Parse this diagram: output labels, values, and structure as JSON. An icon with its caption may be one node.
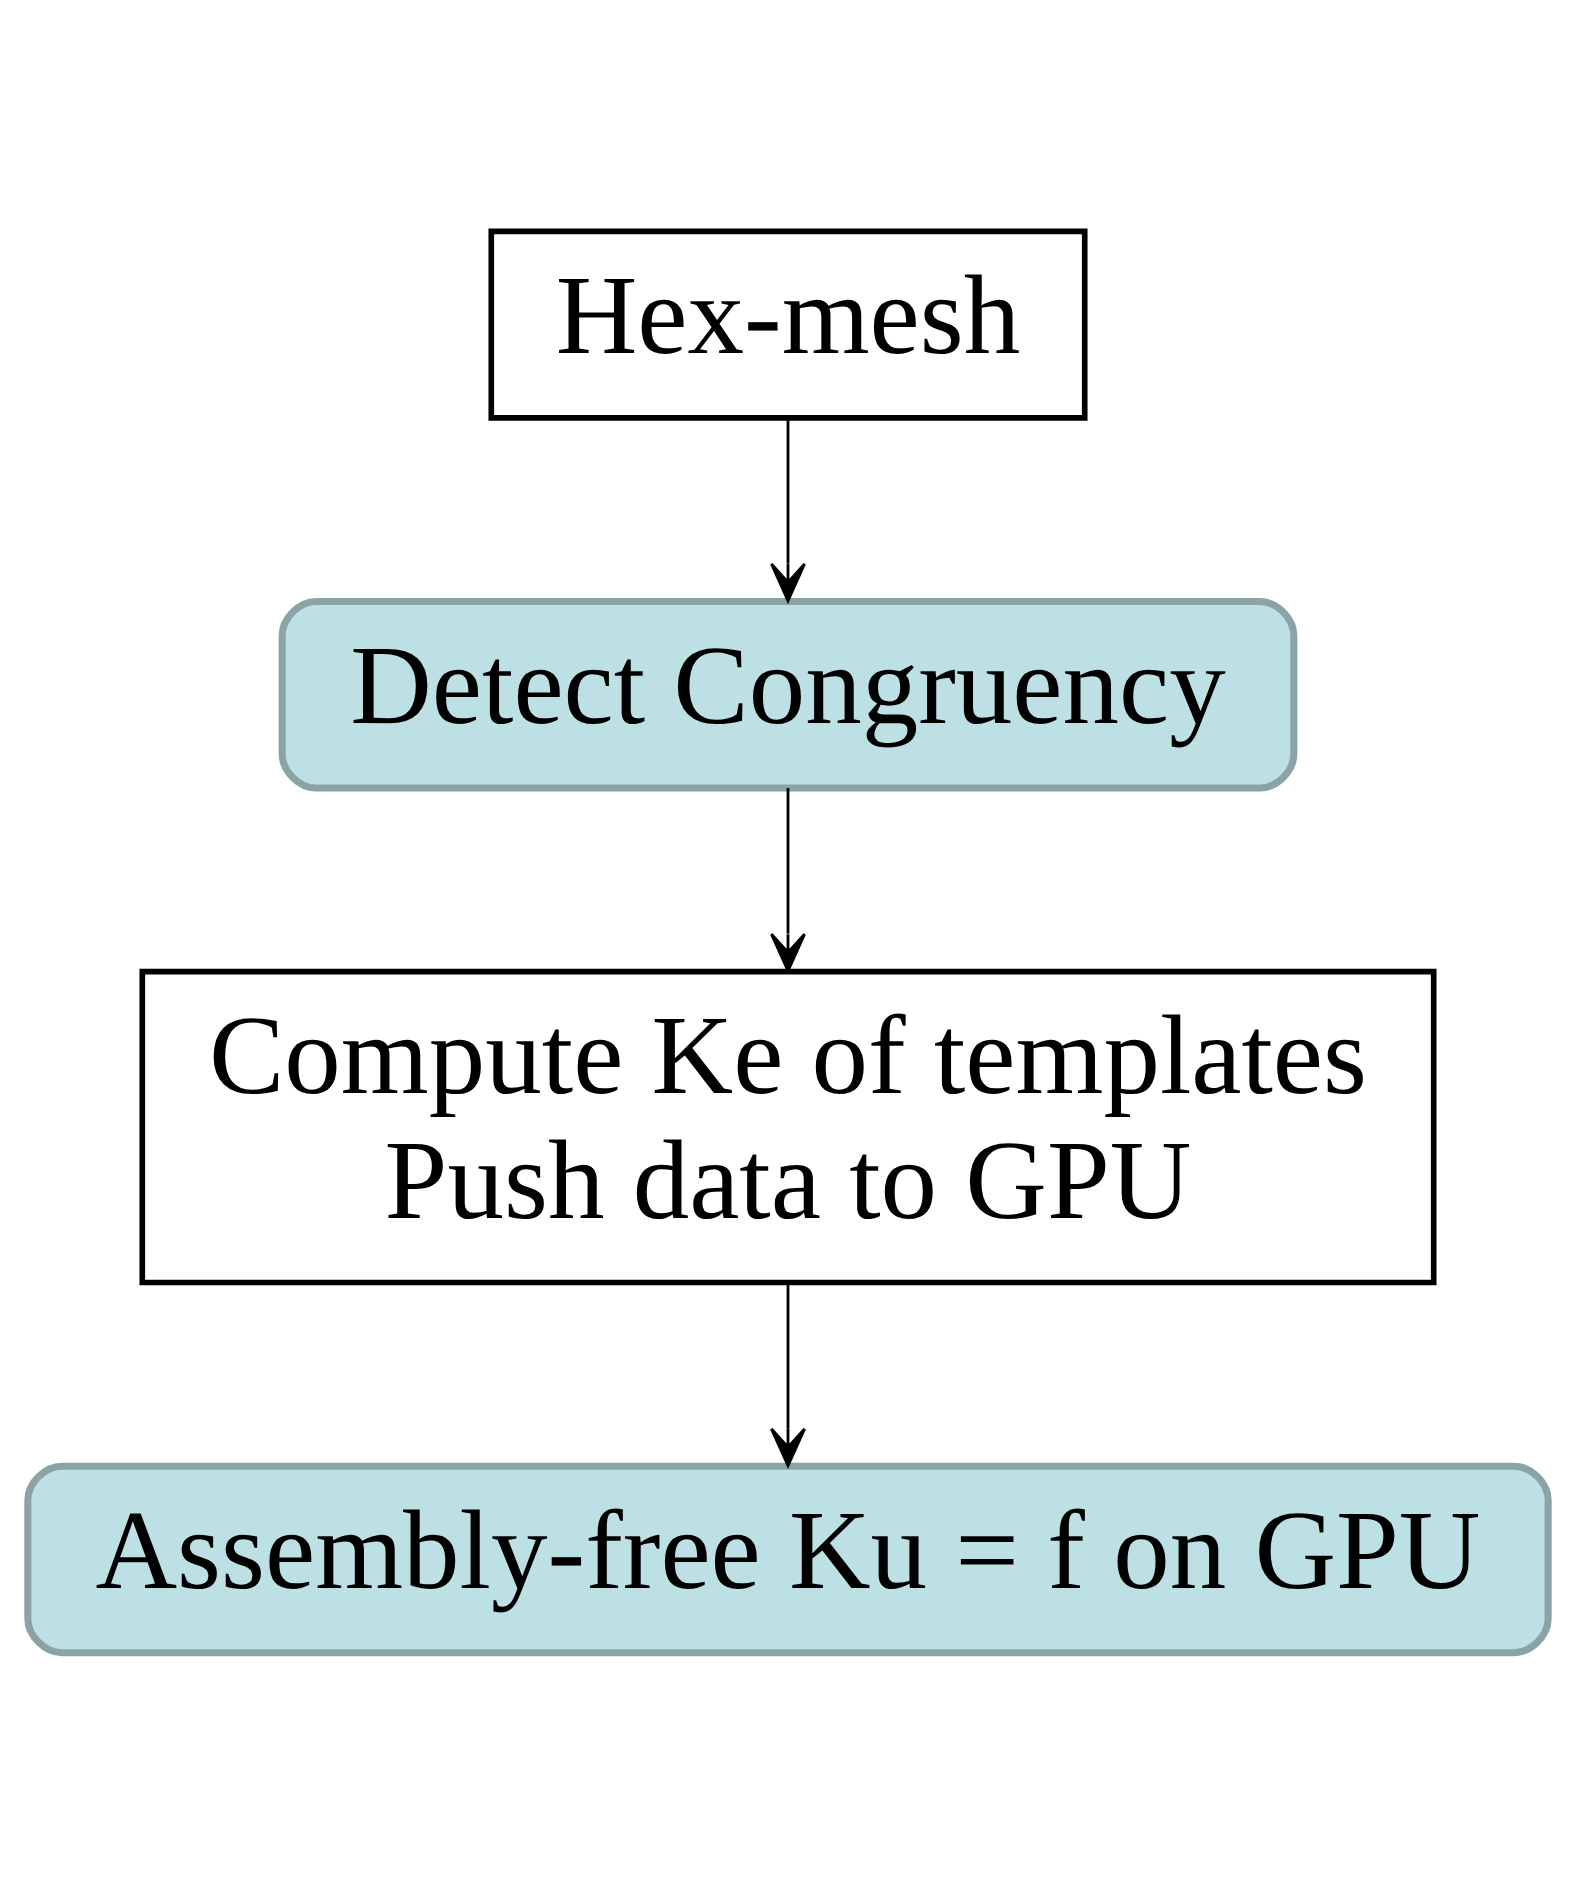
{
  "diagram": {
    "nodes": [
      {
        "text": [
          "Hex-mesh"
        ]
      },
      {
        "text": [
          "Detect Congruency"
        ]
      },
      {
        "text": [
          "Compute Ke of templates",
          "Push data to GPU"
        ]
      },
      {
        "text": [
          "Assembly-free Ku = f on GPU"
        ]
      }
    ],
    "edges": [
      {
        "from": 0,
        "to": 1,
        "arrow": "to"
      },
      {
        "from": 1,
        "to": 2,
        "arrow": "to"
      },
      {
        "from": 2,
        "to": 3,
        "arrow": "to"
      }
    ]
  }
}
